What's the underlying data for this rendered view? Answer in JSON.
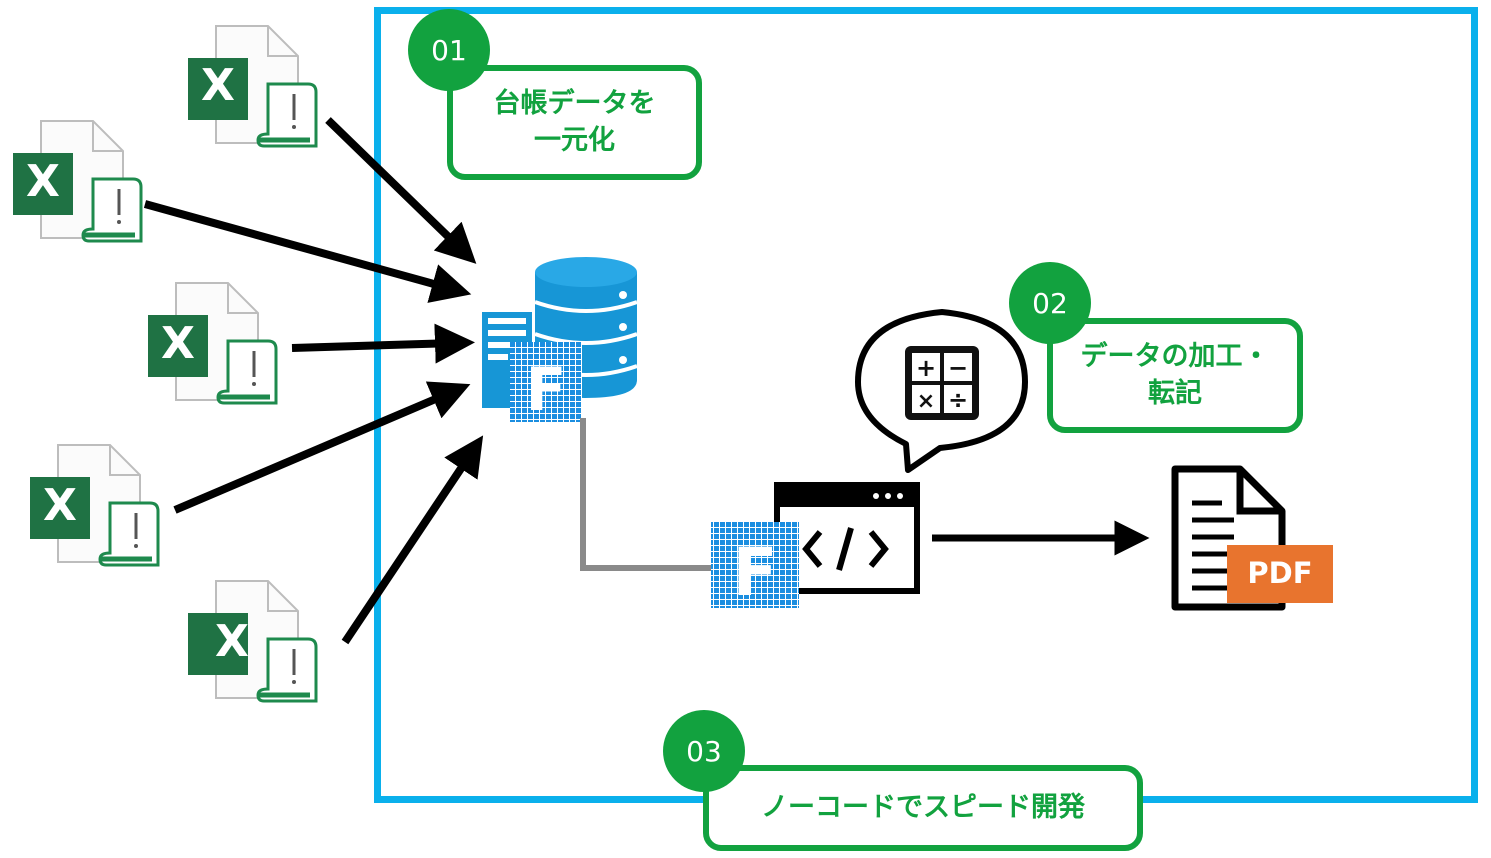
{
  "steps": [
    {
      "number": "01",
      "label_line1": "台帳データを",
      "label_line2": "一元化"
    },
    {
      "number": "02",
      "label_line1": "データの加工・",
      "label_line2": "転記"
    },
    {
      "number": "03",
      "label": "ノーコードでスピード開発"
    }
  ],
  "icons": {
    "excel_letter": "X",
    "forguncy_letter": "F",
    "pdf_label": "PDF"
  },
  "colors": {
    "frame": "#0ab0ec",
    "badge": "#12a23f",
    "excel": "#1f7244",
    "database": "#1796d6",
    "pdf": "#e8742e",
    "connector": "#8a8a8a"
  }
}
